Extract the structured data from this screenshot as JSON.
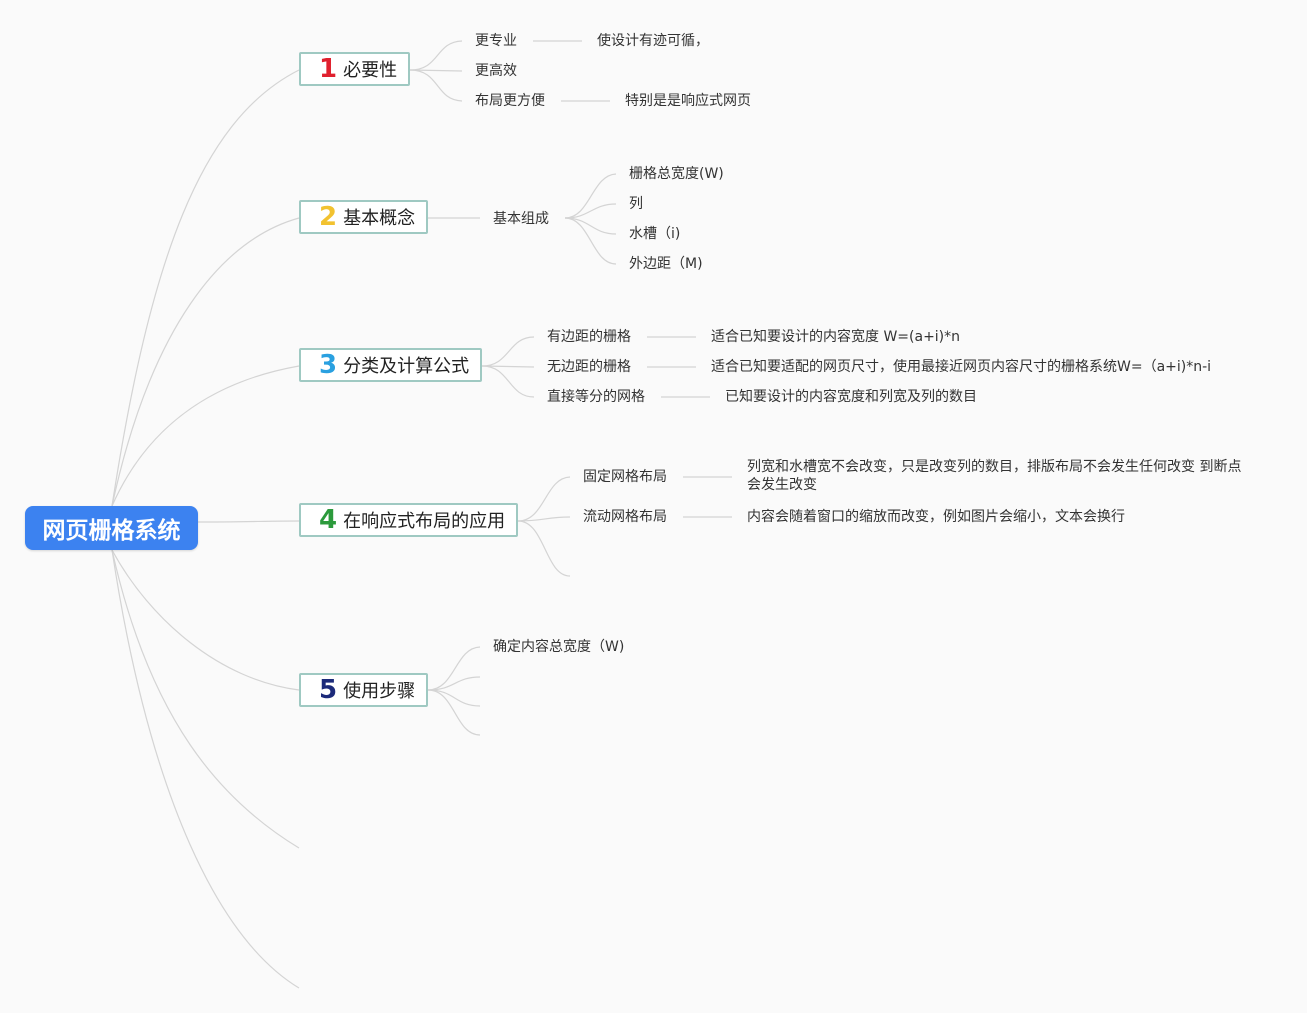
{
  "root": "网页栅格系统",
  "colors": {
    "root_bg": "#3c82f0",
    "num1": "#e0202e",
    "num2": "#f2c230",
    "num3": "#2aa0e0",
    "num4": "#2c9a3c",
    "num5": "#1c2a7a",
    "line": "#d4d4d4"
  },
  "branches": [
    {
      "num": "1",
      "label": "必要性",
      "children": [
        {
          "label": "更专业",
          "note": "使设计有迹可循，"
        },
        {
          "label": "更高效",
          "note": ""
        },
        {
          "label": "布局更方便",
          "note": "特别是是响应式网页"
        }
      ]
    },
    {
      "num": "2",
      "label": "基本概念",
      "children": [
        {
          "label": "基本组成",
          "items": [
            "栅格总宽度(W)",
            "列",
            "水槽（i)",
            "外边距（M)"
          ]
        }
      ]
    },
    {
      "num": "3",
      "label": "分类及计算公式",
      "children": [
        {
          "label": "有边距的栅格",
          "note": "适合已知要设计的内容宽度 W=(a+i)*n"
        },
        {
          "label": "无边距的栅格",
          "note": "适合已知要适配的网页尺寸，使用最接近网页内容尺寸的栅格系统W=（a+i)*n-i"
        },
        {
          "label": "直接等分的网格",
          "note": "已知要设计的内容宽度和列宽及列的数目"
        }
      ]
    },
    {
      "num": "4",
      "label": "在响应式布局的应用",
      "children": [
        {
          "label": "固定网格布局",
          "note": "列宽和水槽宽不会改变，只是改变列的数目，排版布局不会发生任何改变 到断点会发生改变"
        },
        {
          "label": "流动网格布局",
          "note": "内容会随着窗口的缩放而改变，例如图片会缩小，文本会换行"
        }
      ]
    },
    {
      "num": "5",
      "label": "使用步骤",
      "children": [
        {
          "label": "确定内容总宽度（W)",
          "note": ""
        }
      ]
    }
  ]
}
